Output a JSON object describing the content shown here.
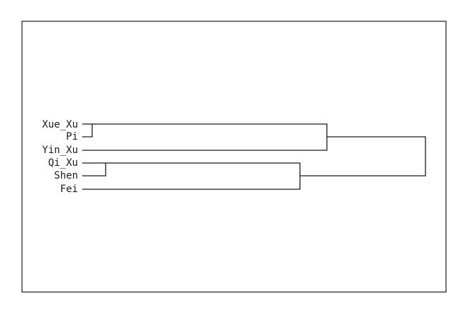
{
  "diagram": {
    "type": "dendrogram",
    "leaves": [
      "Xue_Xu",
      "Pi",
      "Yin_Xu",
      "Qi_Xu",
      "Shen",
      "Fei"
    ]
  }
}
